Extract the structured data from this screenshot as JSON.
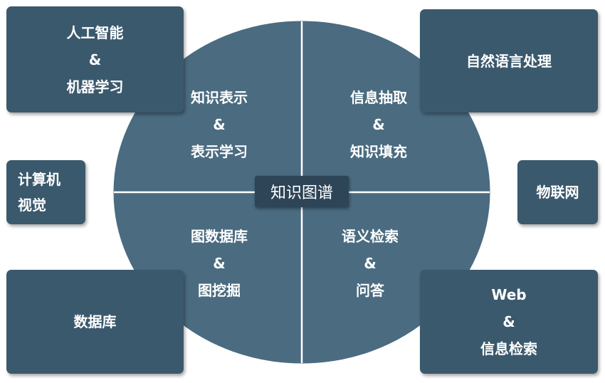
{
  "center": "知识图谱",
  "quadrants": {
    "top_left": [
      "知识表示",
      "&",
      "表示学习"
    ],
    "top_right": [
      "信息抽取",
      "&",
      "知识填充"
    ],
    "bottom_left": [
      "图数据库",
      "&",
      "图挖掘"
    ],
    "bottom_right": [
      "语义检索",
      "&",
      "问答"
    ]
  },
  "boxes": {
    "top_left": [
      "人工智能",
      "&",
      "机器学习"
    ],
    "top_right": [
      "自然语言处理"
    ],
    "middle_left": [
      "计算机",
      "视觉"
    ],
    "middle_right": [
      "物联网"
    ],
    "bottom_left": [
      "数据库"
    ],
    "bottom_right": [
      "Web",
      "&",
      "信息检索"
    ]
  },
  "colors": {
    "box": "#3b596d",
    "circle": "#4a6b80",
    "circle_border": "#ffffff",
    "center_label": "#2d4556"
  }
}
